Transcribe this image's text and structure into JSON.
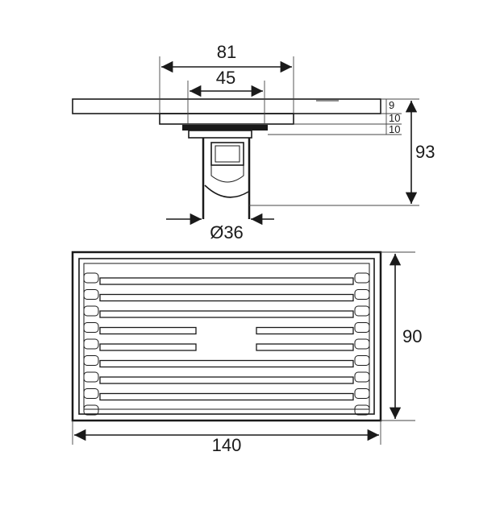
{
  "drawing": {
    "side_view": {
      "dim_outer_width": "81",
      "dim_inner_width": "45",
      "dim_layer_1": "9",
      "dim_layer_2": "10",
      "dim_layer_3": "10",
      "dim_total_height": "93",
      "dim_outlet_diameter": "Ø36"
    },
    "top_view": {
      "dim_length": "140",
      "dim_width": "90"
    },
    "line_color": "#1a1a1a"
  }
}
